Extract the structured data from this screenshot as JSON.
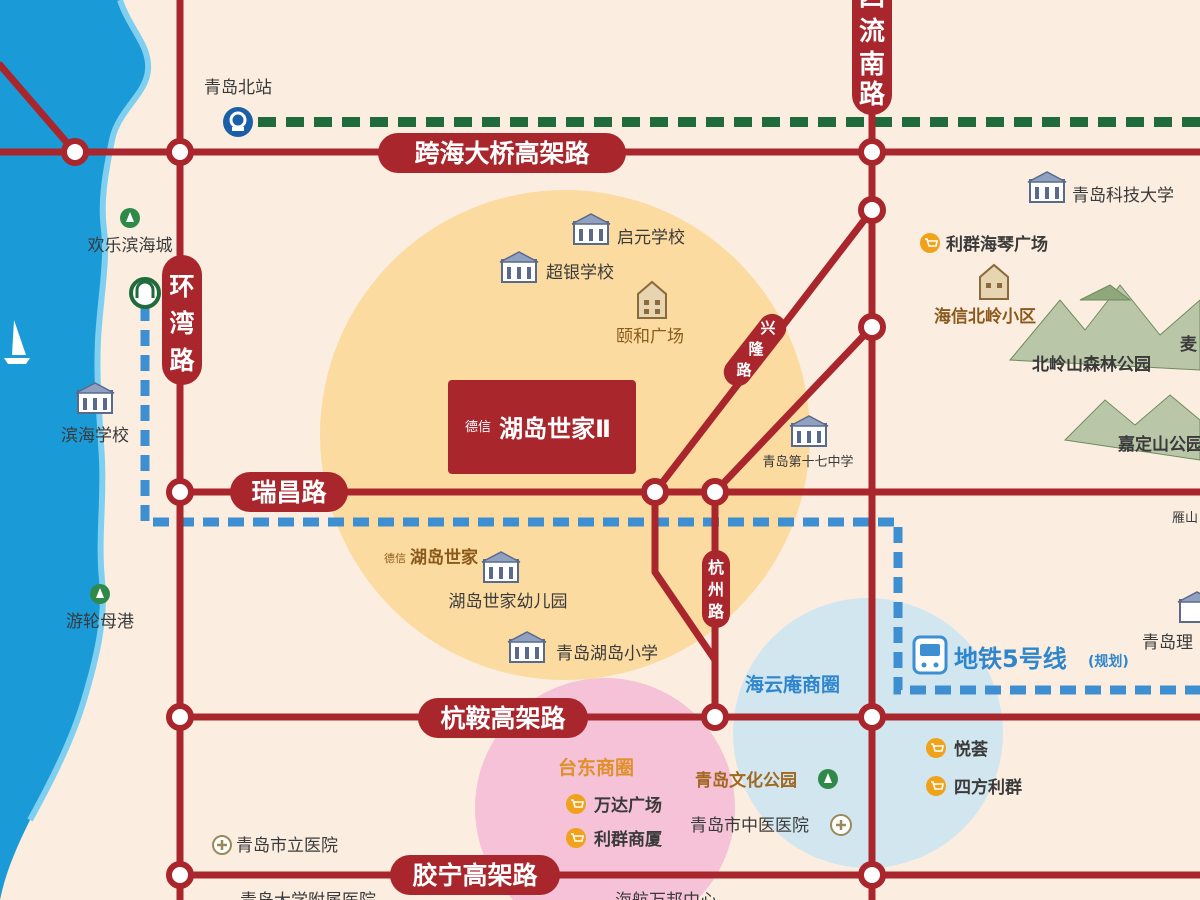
{
  "roads": {
    "kuahai": "跨海大桥高架路",
    "ruichang": "瑞昌路",
    "hangan": "杭鞍高架路",
    "jiaoning": "胶宁高架路",
    "huanwan": [
      "环",
      "湾",
      "路"
    ],
    "siliu": [
      "四",
      "流",
      "南",
      "路"
    ],
    "xinglong": [
      "兴",
      "隆",
      "路"
    ],
    "hangzhou": [
      "杭",
      "州",
      "路"
    ]
  },
  "project": {
    "title": "湖岛世家Ⅱ",
    "logo": "德信",
    "old_logo": "德信",
    "old_name": "湖岛世家"
  },
  "stations": {
    "north_station": "青岛北站",
    "huanle": "欢乐滨海城"
  },
  "pois": {
    "qiyuan": "启元学校",
    "chaoyin": "超银学校",
    "yihe": "颐和广场",
    "binhai_school": "滨海学校",
    "seventeen": "青岛第十七中学",
    "kindergarten": "湖岛世家幼儿园",
    "huda_school": "青岛湖岛小学",
    "youlun": "游轮母港",
    "keji": "青岛科技大学",
    "liqun_haiqin": "利群海琴广场",
    "haixin": "海信北岭小区",
    "beiling": "北岭山森林公园",
    "jiading": "嘉定山公园",
    "yanshan": "雁山",
    "qingdao_li": "青岛理",
    "mai": "麦",
    "wanda": "万达广场",
    "liqun_shangsha": "利群商厦",
    "culture_park": "青岛文化公园",
    "tcm_hospital": "青岛市中医医院",
    "city_hospital": "青岛市立医院",
    "yuehui": "悦荟",
    "sifang": "四方利群",
    "bottom_left": "青岛大学附属医院",
    "bottom_mid": "海航万邦中心"
  },
  "zones": {
    "taidong": "台东商圈",
    "haiyun": "海云庵商圈"
  },
  "metro": {
    "label": "地铁5号线",
    "note": "(规划)"
  },
  "colors": {
    "road": "#a8262c",
    "sea": "#1b9ad8",
    "land": "#fbeee0",
    "green_dash": "#1f6b3b",
    "blue_dash": "#3d8fd1",
    "yellow_zone": "#fbd795",
    "pink_zone": "#f5bdd6",
    "blue_zone": "#cde4f2",
    "poi_orange": "#f0a21a"
  }
}
